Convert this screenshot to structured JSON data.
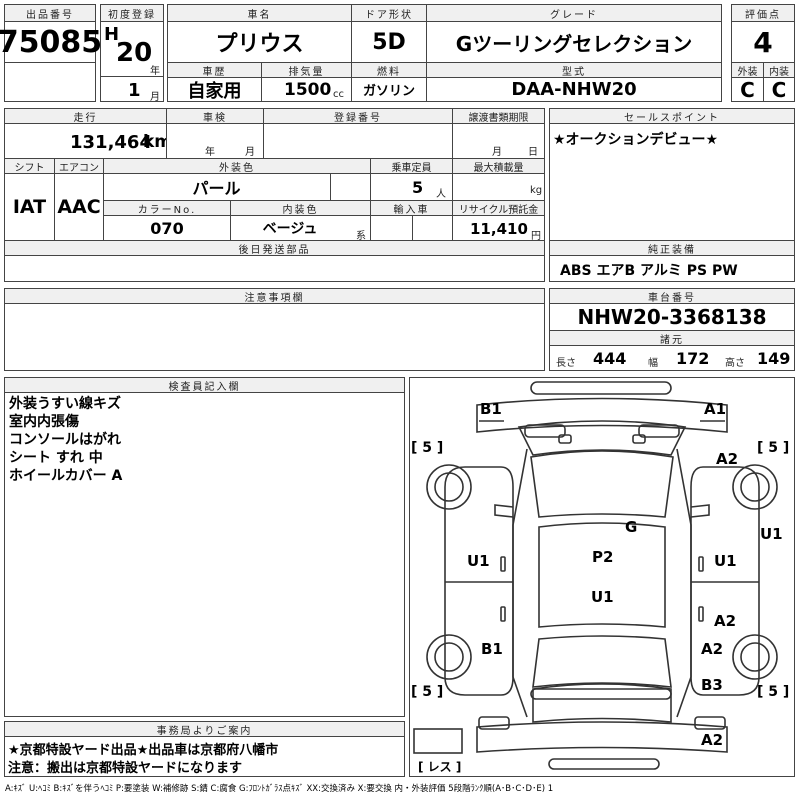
{
  "top": {
    "lot_label": "出品番号",
    "lot_number": "75085",
    "first_reg_label": "初度登録",
    "era": "H",
    "year": "20",
    "year_unit": "年",
    "month": "1",
    "month_unit": "月",
    "car_name_label": "車名",
    "car_name": "プリウス",
    "door_label": "ドア形状",
    "door": "5D",
    "grade_label": "グレード",
    "grade": "Gツーリングセレクション",
    "score_label": "評価点",
    "score": "4",
    "history_label": "車歴",
    "history": "自家用",
    "displacement_label": "排気量",
    "displacement": "1500",
    "displacement_unit": "cc",
    "fuel_label": "燃料",
    "fuel": "ガソリン",
    "model_label": "型式",
    "model": "DAA-NHW20",
    "exterior_label": "外装",
    "exterior": "C",
    "interior_label": "内装",
    "interior": "C"
  },
  "mid": {
    "mileage_label": "走行",
    "mileage": "131,464",
    "mileage_unit": "km",
    "inspection_label": "車検",
    "inspection_year_unit": "年",
    "inspection_month_unit": "月",
    "registration_label": "登録番号",
    "deadline_label": "譲渡書類期限",
    "deadline_month_unit": "月",
    "deadline_day_unit": "日",
    "shift_label": "シフト",
    "shift": "IAT",
    "ac_label": "エアコン",
    "ac": "AAC",
    "color_label": "外装色",
    "color": "パール",
    "capacity_label": "乗車定員",
    "capacity": "5",
    "capacity_unit": "人",
    "max_load_label": "最大積載量",
    "max_load_unit": "kg",
    "color_no_label": "カラーNo.",
    "color_no": "070",
    "interior_color_label": "内装色",
    "interior_color": "ベージュ",
    "interior_color_unit": "系",
    "import_label": "輸入車",
    "recycle_label": "リサイクル預託金",
    "recycle": "11,410",
    "recycle_unit": "円",
    "later_parts_label": "後日発送部品"
  },
  "sales_point": {
    "label": "セールスポイント",
    "text": "★オークションデビュー★"
  },
  "equipment": {
    "label": "純正装備",
    "text": "ABS エアB アルミ PS PW"
  },
  "notes": {
    "label": "注意事項欄"
  },
  "chassis": {
    "label": "車台番号",
    "number": "NHW20-3368138"
  },
  "specs": {
    "label": "諸元",
    "length_label": "長さ",
    "length": "444",
    "width_label": "幅",
    "width": "172",
    "height_label": "高さ",
    "height": "149"
  },
  "inspector": {
    "label": "検査員記入欄",
    "lines": "外装うすい線キズ\n室内内張傷\nコンソールはがれ\nシート すれ 中\nホイールカバー A"
  },
  "office": {
    "label": "事務局よりご案内",
    "line1": "★京都特設ヤード出品★出品車は京都府八幡市",
    "line2": "注意：搬出は京都特設ヤードになります"
  },
  "legend": "A:ｷｽﾞ U:ﾍｺﾐ B:ｷｽﾞを伴うﾍｺﾐ P:要塗装 W:補修跡 S:錆 C:腐食 G:ﾌﾛﾝﾄｶﾞﾗｽ点ｷｽﾞ XX:交換済み X:要交換 内・外装評価 5段階ﾗﾝｸ順(A･B･C･D･E) 1",
  "diagram": {
    "b1_top": "B1",
    "a1_top": "A1",
    "a2_right_front": "A2",
    "u1_right_side": "U1",
    "g": "G",
    "p2": "P2",
    "u1_left_mid": "U1",
    "u1_right_mid": "U1",
    "u1_center": "U1",
    "a2_right_mid": "A2",
    "b1_left_rear": "B1",
    "a2_right_rear": "A2",
    "b3": "B3",
    "a2_bottom": "A2",
    "tire_fl": "[ 5 ]",
    "tire_fr": "[ 5 ]",
    "tire_rl": "[ 5 ]",
    "tire_rr": "[ 5 ]",
    "spare": "[ レス ]"
  }
}
